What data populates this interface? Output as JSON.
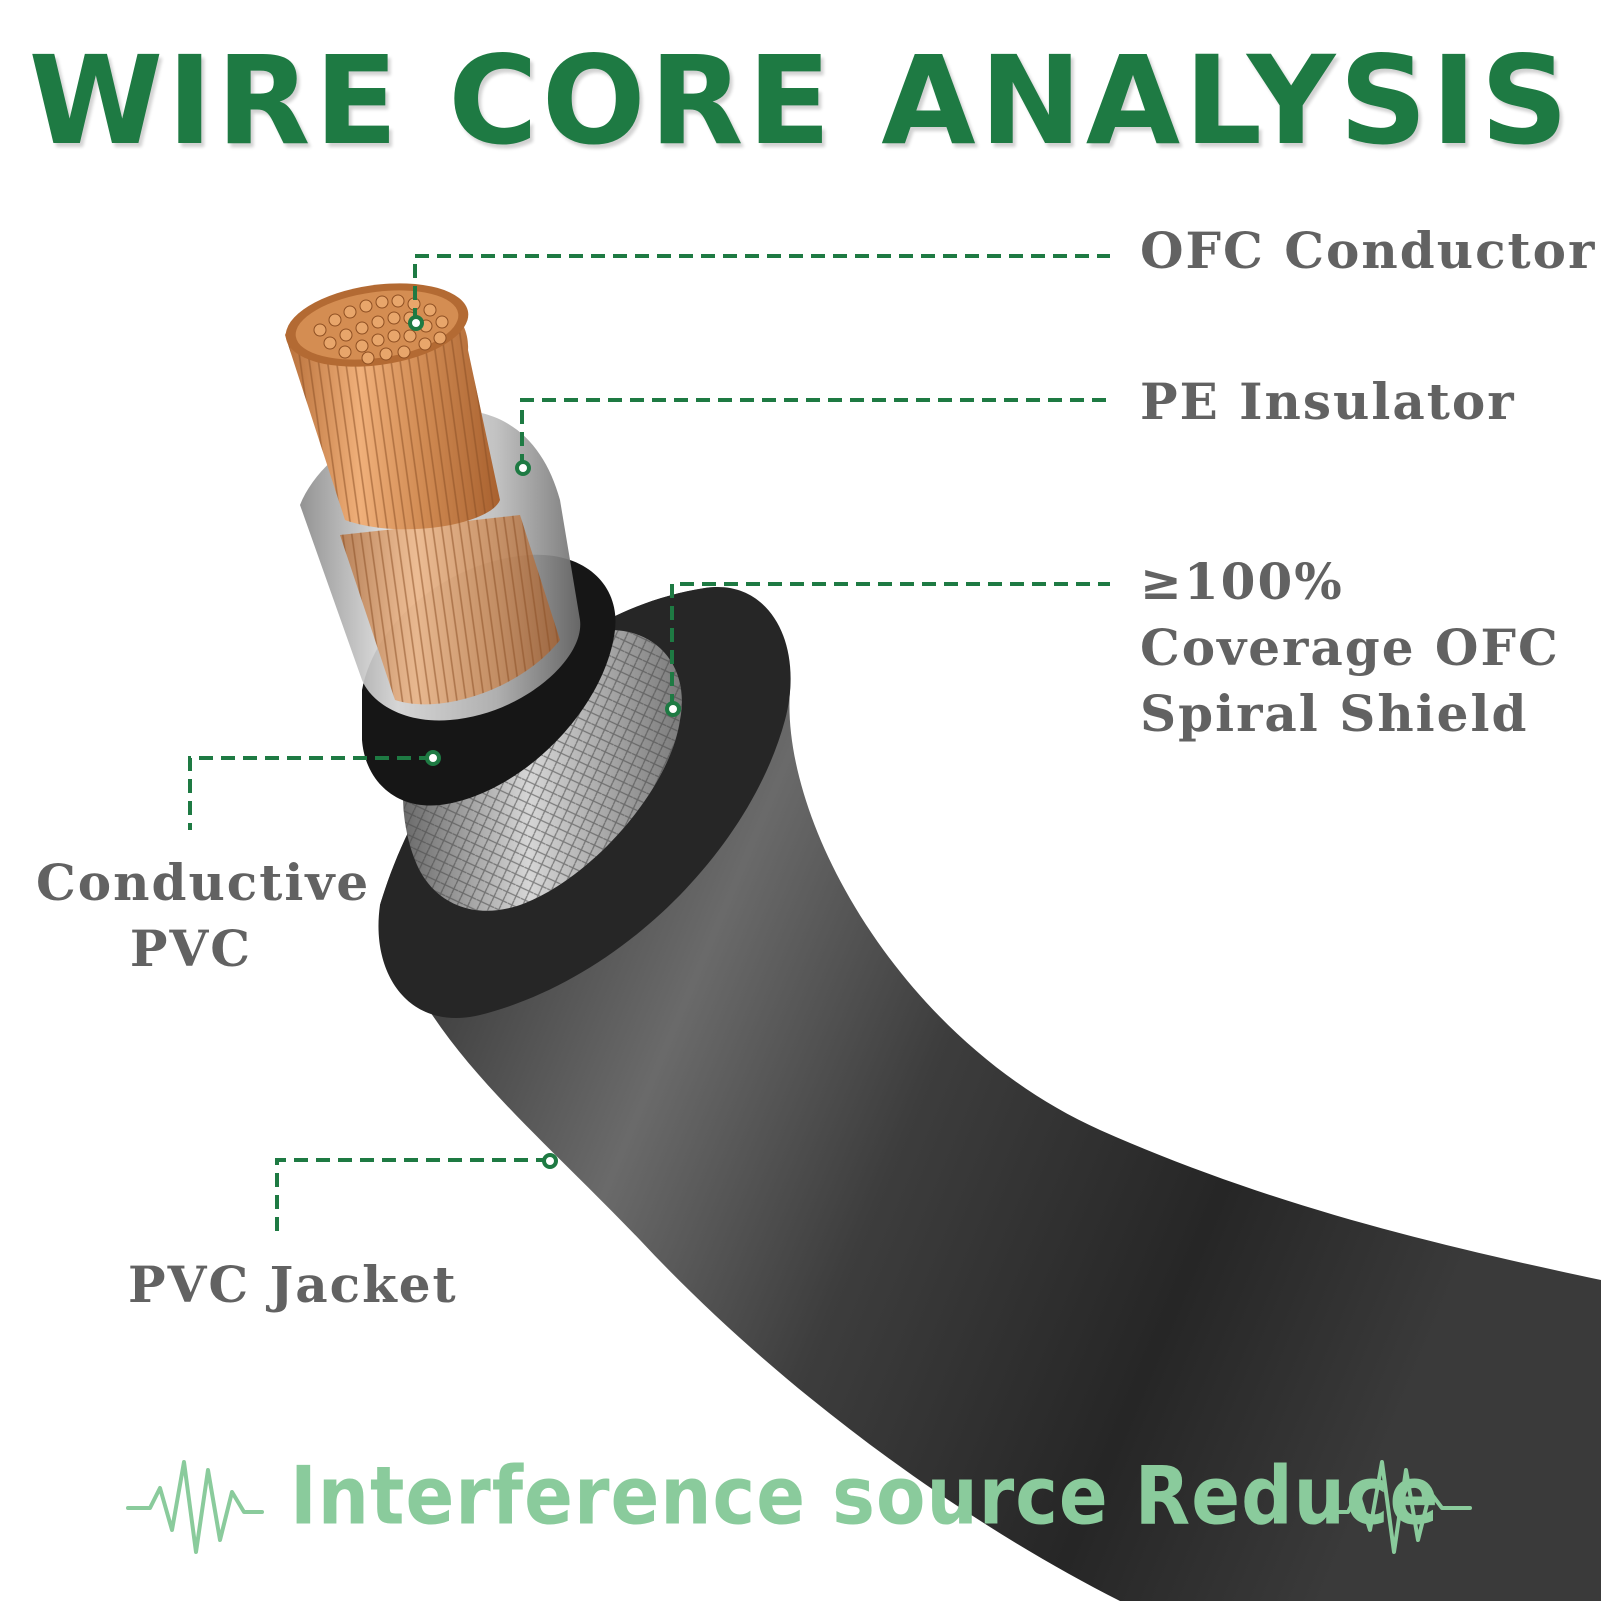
{
  "title": "WIRE CORE ANALYSIS",
  "labels": {
    "ofc_conductor": "OFC Conductor",
    "pe_insulator": "PE Insulator",
    "shield_line1": "≥100%",
    "shield_line2": "Coverage OFC",
    "shield_line3": "Spiral Shield",
    "conductive_line1": "Conductive",
    "conductive_line2": "PVC",
    "pvc_jacket": "PVC Jacket"
  },
  "footer": {
    "text": "Interference source Reduce",
    "icon": "waveform-icon"
  },
  "colors": {
    "title_green": "#1e7a43",
    "leader_green": "#1e7a43",
    "label_gray": "#626262",
    "footer_green": "#8acb9c",
    "jacket_black": "#2b2b2b",
    "copper": "#c98b55"
  }
}
